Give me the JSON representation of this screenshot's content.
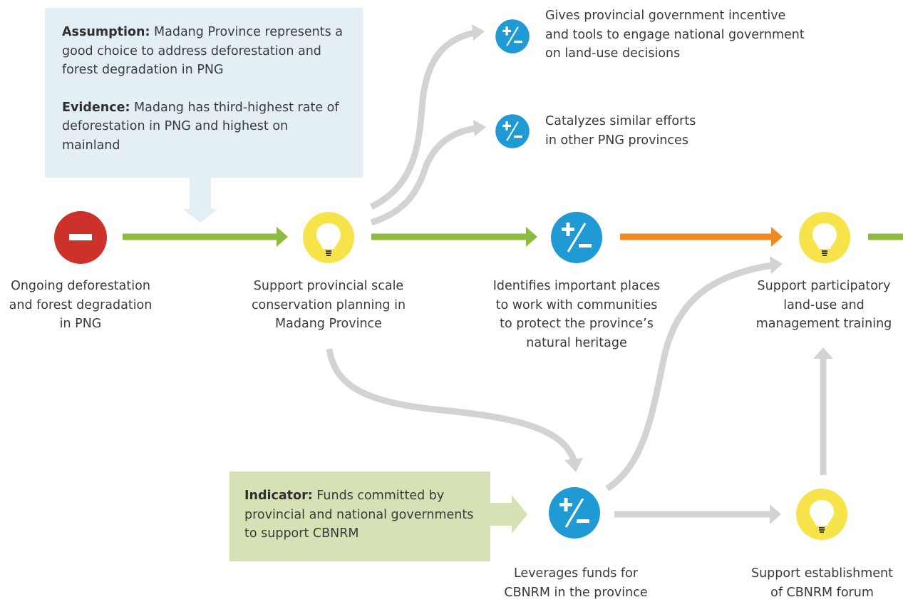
{
  "colors": {
    "green_arrow": "#8cbb3f",
    "orange_arrow": "#ef8a23",
    "gray_arrow": "#d3d3d3",
    "assumption_box": "#e3eff5",
    "indicator_box": "#d6e2b6",
    "threat_node": "#cc3229",
    "strategy_node": "#f7e44b",
    "result_node": "#1f9ad4"
  },
  "assumption_box": {
    "assumption_label": "Assumption:",
    "assumption_text": "Madang Province represents a good choice to address deforestation and forest degradation in PNG",
    "evidence_label": "Evidence:",
    "evidence_text": "Madang has third-highest rate of deforestation in PNG and highest on mainland"
  },
  "indicator_box": {
    "label": "Indicator:",
    "text": "Funds committed by provincial and national governments to support CBNRM"
  },
  "nodes": {
    "threat": {
      "type": "threat",
      "icon": "minus-icon",
      "lines": [
        "Ongoing deforestation",
        "and forest degradation",
        "in PNG"
      ]
    },
    "strategy_planning": {
      "type": "strategy",
      "icon": "lightbulb-icon",
      "lines": [
        "Support provincial scale",
        "conservation planning in",
        "Madang Province"
      ]
    },
    "result_identifies": {
      "type": "result",
      "icon": "plus-minus-icon",
      "lines": [
        "Identifies important places",
        "to work with communities",
        "to protect the province’s",
        "natural heritage"
      ]
    },
    "strategy_training": {
      "type": "strategy",
      "icon": "lightbulb-icon",
      "lines": [
        "Support participatory",
        "land-use and",
        "management training"
      ]
    },
    "result_incentive": {
      "type": "result",
      "icon": "plus-minus-icon",
      "lines": [
        "Gives provincial government incentive",
        "and tools to engage national government",
        "on land-use decisions"
      ]
    },
    "result_catalyzes": {
      "type": "result",
      "icon": "plus-minus-icon",
      "lines": [
        "Catalyzes similar efforts",
        "in other PNG provinces"
      ]
    },
    "result_leverages": {
      "type": "result",
      "icon": "plus-minus-icon",
      "lines": [
        "Leverages funds for",
        "CBNRM in the province"
      ]
    },
    "strategy_forum": {
      "type": "strategy",
      "icon": "lightbulb-icon",
      "lines": [
        "Support establishment",
        "of CBNRM forum"
      ]
    }
  }
}
